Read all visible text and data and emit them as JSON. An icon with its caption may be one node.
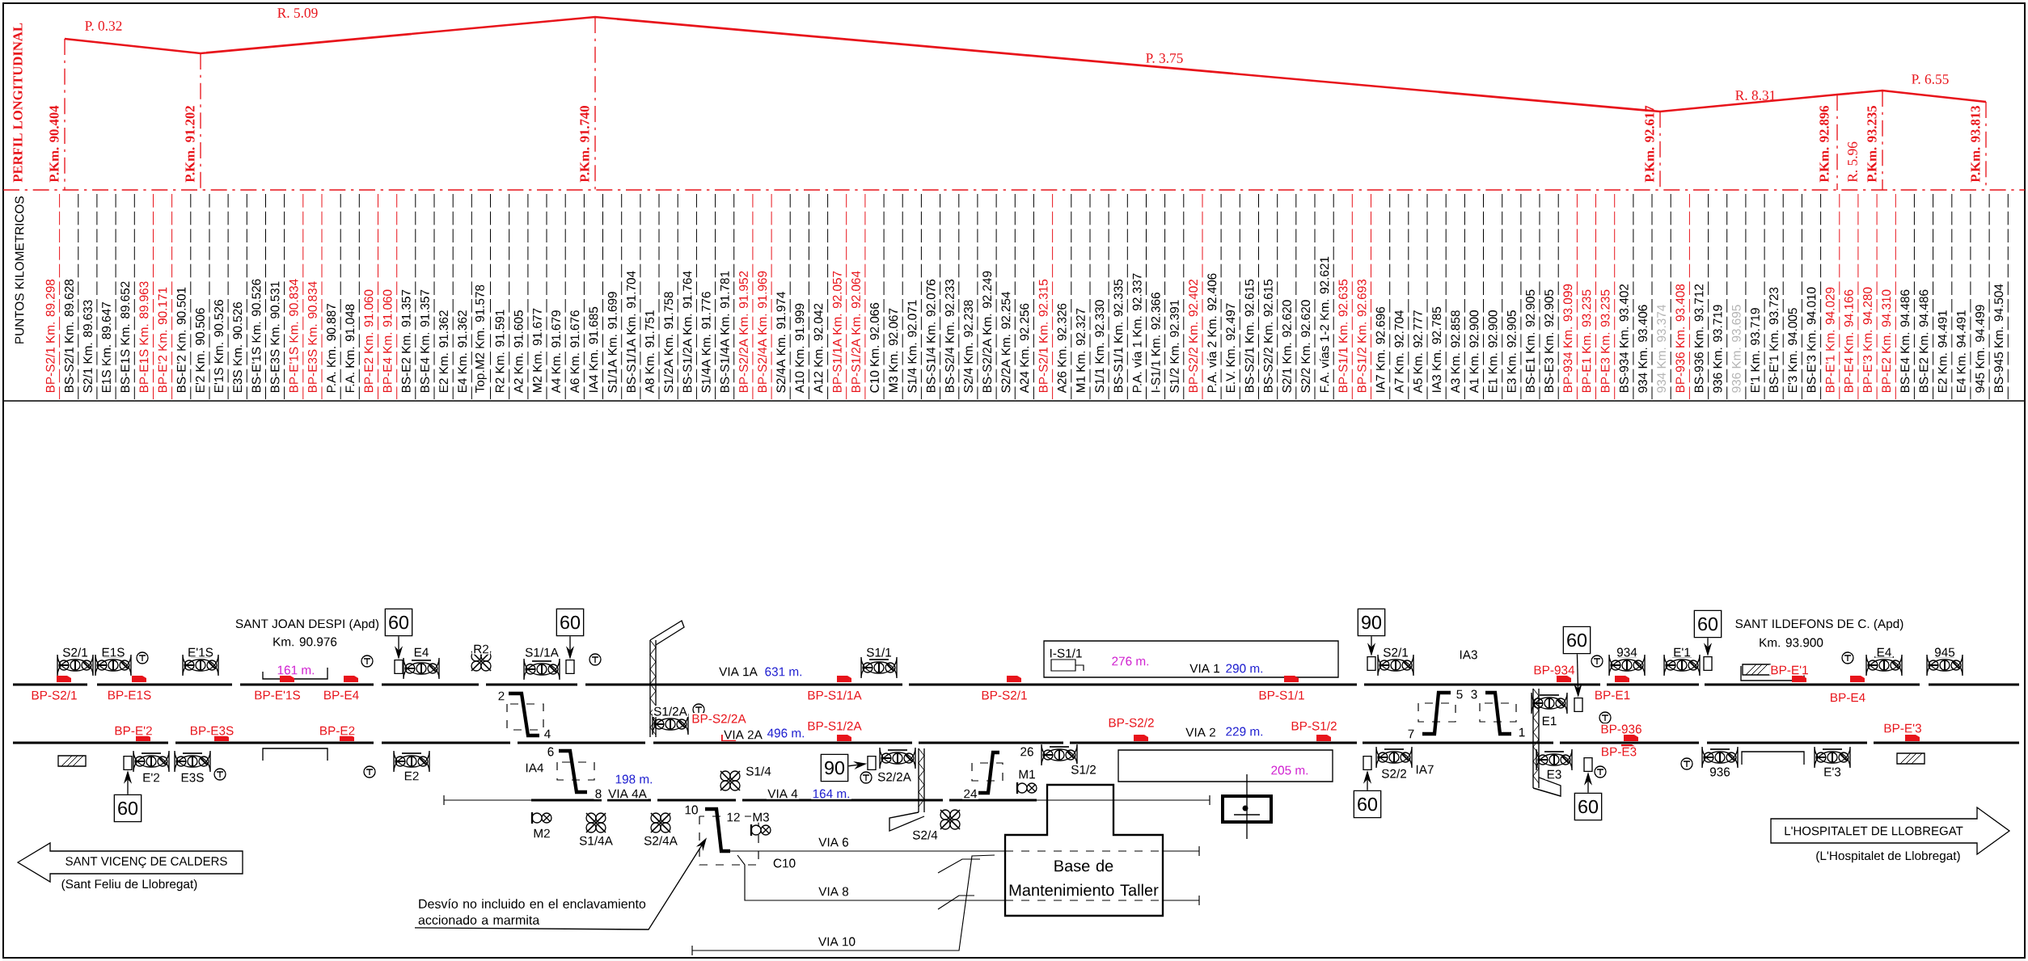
{
  "diagram": {
    "nodes": [
      {
        "text": [
          "SANT VICENÇ DE CALDERS",
          "(Sant Feliu de Llobregat)"
        ]
      },
      {
        "text": [
          "L'HOSPITALET DE LLOBREGAT",
          "(L'Hospitalet de Llobregat)"
        ]
      },
      {
        "text": [
          "I-S1/1",
          "276 m."
        ]
      },
      {
        "text": [
          "205 m."
        ]
      },
      {
        "text": [
          "Base de Mantenimiento Taller"
        ]
      },
      {
        "text": [
          "Desvío no incluido en el enclavamiento accionado a marmita"
        ]
      },
      {
        "text": [
          "60"
        ]
      },
      {
        "text": [
          "60"
        ]
      },
      {
        "text": [
          "60"
        ]
      },
      {
        "text": [
          "90"
        ]
      },
      {
        "text": [
          "90"
        ]
      },
      {
        "text": [
          "60"
        ]
      },
      {
        "text": [
          "60"
        ]
      },
      {
        "text": [
          "60"
        ]
      },
      {
        "text": [
          "60"
        ]
      },
      {
        "text": [],
        "shape": "box"
      },
      {
        "text": [],
        "shape": "box"
      },
      {
        "text": [],
        "shape": "box"
      },
      {
        "text": [],
        "shape": "box"
      },
      {
        "text": [],
        "shape": "box"
      },
      {
        "text": [],
        "shape": "box"
      },
      {
        "text": [],
        "shape": "box"
      },
      {
        "text": [],
        "shape": "box"
      },
      {
        "text": [],
        "shape": "box"
      },
      {
        "text": [],
        "shape": "picture"
      }
    ],
    "edges": [
      {
        "from": 6,
        "to": 15,
        "arrow": "to"
      },
      {
        "from": 7,
        "to": 16,
        "arrow": "to"
      },
      {
        "from": 8,
        "to": 17,
        "arrow": "to"
      },
      {
        "from": 9,
        "to": 18,
        "arrow": "to"
      },
      {
        "from": 10,
        "to": 19,
        "arrow": "to"
      },
      {
        "from": 11,
        "to": 20,
        "arrow": "to"
      },
      {
        "from": 12,
        "to": 21,
        "arrow": "to"
      },
      {
        "from": 13,
        "to": 22,
        "arrow": "to"
      },
      {
        "from": 14,
        "to": 23,
        "arrow": "to"
      },
      {
        "from": 5,
        "to": 24,
        "arrow": "to"
      }
    ],
    "labels": [
      "PERFIL LONGITUDINAL",
      "P.Km. 90.404",
      "P. 0.32",
      "P.Km. 91.202",
      "R. 5.09",
      "P.Km. 91.740",
      "P. 3.75",
      "P.Km. 92.617",
      "R. 8.31",
      "P.Km. 92.896",
      "R. 5.96",
      "P.Km. 93.235",
      "P. 6.55",
      "P.Km. 93.813",
      "PUNTOS KILOMETRICOS",
      "BP-S2/1 Km. 89.298",
      "BS-S2/1 Km. 89.628",
      "S2/1 Km. 89.633",
      "E1S Km. 89.647",
      "BS-E1S Km. 89.652",
      "BP-E1S Km. 89.963",
      "BP-E'2 Km. 90.171",
      "BS-E'2 Km. 90.501",
      "E'2 Km. 90.506",
      "E'1S Km. 90.526",
      "E3S Km. 90.526",
      "BS-E'1S Km. 90.526",
      "BS-E3S Km. 90.531",
      "BP-E'1S Km. 90.834",
      "BP-E3S Km. 90.834",
      "P.A. Km. 90.887",
      "F.A. Km. 91.048",
      "BP-E2 Km. 91.060",
      "BP-E4 Km. 91.060",
      "BS-E2 Km. 91.357",
      "BS-E4 Km. 91.357",
      "E2 Km. 91.362",
      "E4 Km. 91.362",
      "Top.M2 Km. 91.578",
      "R2 Km. 91.591",
      "A2 Km. 91.605",
      "M2 Km. 91.677",
      "A4 Km. 91.679",
      "A6 Km. 91.676",
      "IA4 Km. 91.685",
      "S1/1A Km. 91.699",
      "BS-S1/1A Km. 91.704",
      "A8 Km. 91.751",
      "S1/2A Km. 91.758",
      "BS-S1/2A Km. 91.764",
      "S1/4A Km. 91.776",
      "BS-S1/4A Km. 91.781",
      "BP-S2/2A Km. 91.952",
      "BP-S2/4A Km. 91.969",
      "S2/4A Km. 91.974",
      "A10 Km. 91.999",
      "A12 Km. 92.042",
      "BP-S1/1A Km. 92.057",
      "BP-S1/2A Km. 92.064",
      "C10 Km. 92.066",
      "M3 Km. 92.067",
      "S1/4 Km. 92.071",
      "BS-S1/4 Km. 92.076",
      "BS-S2/4 Km. 92.233",
      "S2/4 Km. 92.238",
      "BS-S2/2A Km. 92.249",
      "S2/2A Km. 92.254",
      "A24 Km. 92.256",
      "BP-S2/1 Km. 92.315",
      "A26 Km. 92.326",
      "M1 Km. 92.327",
      "S1/1 Km. 92.330",
      "BS-S1/1 Km. 92.335",
      "P.A. vía 1 Km. 92.337",
      "I-S1/1 Km. 92.366",
      "S1/2 Km. 92.391",
      "BP-S2/2 Km. 92.402",
      "P.A. vía 2 Km. 92.406",
      "E.V. Km. 92.497",
      "BS-S2/1 Km. 92.615",
      "BS-S2/2 Km. 92.615",
      "S2/1 Km. 92.620",
      "S2/2 Km. 92.620",
      "F.A. vías 1-2 Km. 92.621",
      "BP-S1/1 Km. 92.635",
      "BP-S1/2 Km. 92.693",
      "IA7 Km. 92.696",
      "A7 Km. 92.704",
      "A5 Km. 92.777",
      "IA3 Km. 92.785",
      "A3 Km. 92.858",
      "A1 Km. 92.900",
      "E1 Km. 92.900",
      "E3 Km. 92.905",
      "BS-E1 Km. 92.905",
      "BS-E3 Km. 92.905",
      "BP-934 Km. 93.099",
      "BP-E1 Km. 93.235",
      "BP-E3 Km. 93.235",
      "BS-934 Km. 93.402",
      "934 Km. 93.406",
      "934 Km. 93.374",
      "BP-936 Km. 93.408",
      "BS-936 Km. 93.712",
      "936 Km. 93.719",
      "936 Km. 93.695",
      "E'1 Km. 93.719",
      "BS-E'1 Km. 93.723",
      "E'3 Km. 94.005",
      "BS-E'3 Km. 94.010",
      "BP-E'1 Km. 94.029",
      "BP-E4 Km. 94.166",
      "BP-E'3 Km. 94.280",
      "BP-E2 Km. 94.310",
      "BS-E4 Km. 94.486",
      "BS-E2 Km. 94.486",
      "E2 Km. 94.491",
      "E4 Km. 94.491",
      "945 Km. 94.499",
      "BS-945 Km. 94.504",
      "SANT JOAN DESPI (Apd)",
      "SANT ILDEFONS DE C. (Apd)",
      "Km. 90.976",
      "Km. 93.900",
      "S2/1",
      "E1S",
      "E'1S",
      "E4",
      "R2",
      "S1/1A",
      "S1/1",
      "S2/1",
      "IA3",
      "934",
      "E'1",
      "E4",
      "945",
      "161 m.",
      "VIA 1A",
      "631 m.",
      "VIA 1",
      "290 m.",
      "BP-934",
      "BP-E'1",
      "BP-S2/1",
      "BP-E1S",
      "BP-E'1S",
      "BP-E4",
      "2",
      "BP-S1/1A",
      "BP-S2/1",
      "BP-S1/1",
      "5",
      "3",
      "BP-E1",
      "BP-E4",
      "BP-E'2",
      "BP-E3S",
      "BP-E2",
      "4",
      "S1/2A",
      "BP-S2/2A",
      "VIA 2A",
      "496 m.",
      "BP-S1/2A",
      "BP-S2/2",
      "VIA 2",
      "229 m.",
      "BP-S1/2",
      "7",
      "1",
      "E1",
      "BP-936",
      "BP-E'3",
      "6",
      "26",
      "BP-E3",
      "E'2",
      "E3S",
      "E2",
      "IA4",
      "198 m.",
      "S1/4",
      "S2/2A",
      "M1",
      "S1/2",
      "S2/2",
      "IA7",
      "E3",
      "936",
      "E'3",
      "8",
      "VIA 4A",
      "VIA 4",
      "164 m.",
      "24",
      "10",
      "12",
      "M3",
      "M2",
      "S1/4A",
      "S2/4A",
      "VIA 6",
      "S2/4",
      "C10",
      "VIA 8",
      "VIA 10"
    ]
  }
}
